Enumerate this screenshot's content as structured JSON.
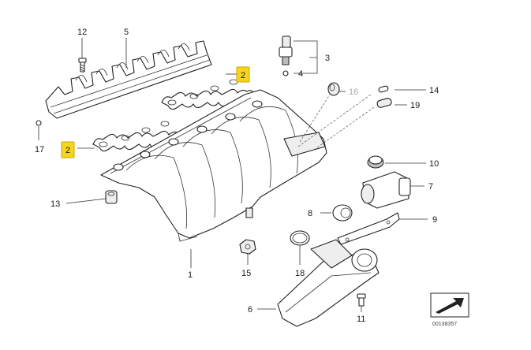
{
  "diagram": {
    "callouts": [
      {
        "id": "c1",
        "label": "1"
      },
      {
        "id": "c2a",
        "label": "2"
      },
      {
        "id": "c2b",
        "label": "2"
      },
      {
        "id": "c3",
        "label": "3"
      },
      {
        "id": "c4",
        "label": "4"
      },
      {
        "id": "c5",
        "label": "5"
      },
      {
        "id": "c6",
        "label": "6"
      },
      {
        "id": "c7",
        "label": "7"
      },
      {
        "id": "c8",
        "label": "8"
      },
      {
        "id": "c9",
        "label": "9"
      },
      {
        "id": "c10",
        "label": "10"
      },
      {
        "id": "c11",
        "label": "11"
      },
      {
        "id": "c12",
        "label": "12"
      },
      {
        "id": "c13",
        "label": "13"
      },
      {
        "id": "c14",
        "label": "14"
      },
      {
        "id": "c15",
        "label": "15"
      },
      {
        "id": "c16",
        "label": "16"
      },
      {
        "id": "c17",
        "label": "17"
      },
      {
        "id": "c18",
        "label": "18"
      },
      {
        "id": "c19",
        "label": "19"
      }
    ],
    "highlighted": [
      "2"
    ],
    "highlight_color": "#f7d51d",
    "reference_number": "00138357",
    "corner_icon": "arrow-box-icon"
  }
}
